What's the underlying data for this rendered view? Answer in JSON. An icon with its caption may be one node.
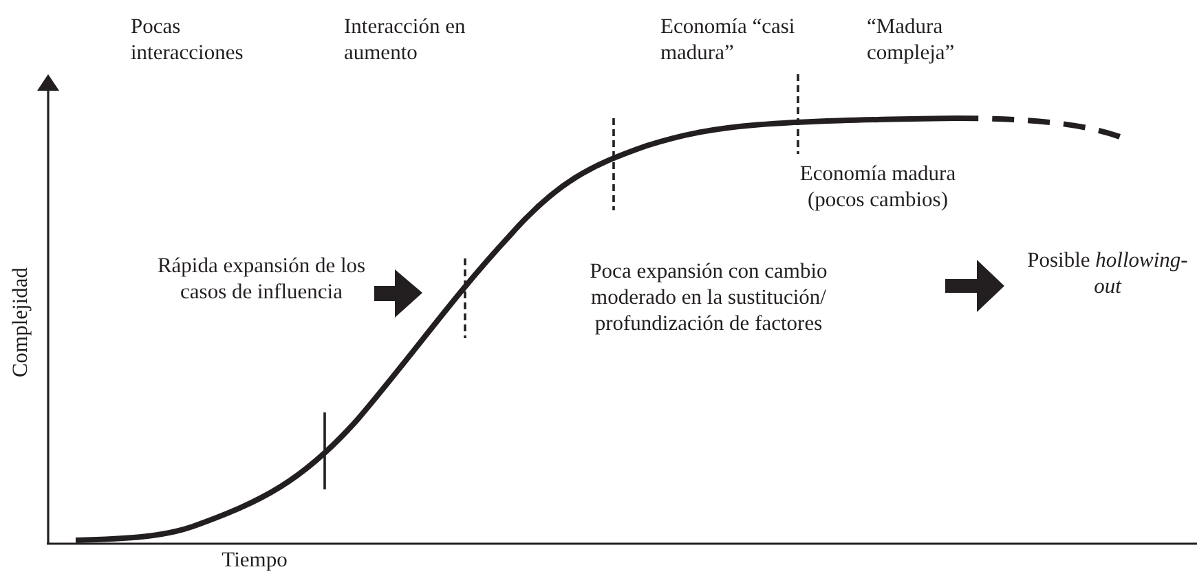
{
  "diagram": {
    "labels": [
      "Pocas interacciones",
      "Interacción en aumento",
      "Economía “casi madura”",
      "“Madura compleja”",
      "Economía madura (pocos cambios)",
      "Complejidad",
      "Rápida expansión de los casos de influencia",
      "Poca expansión con cambio moderado en la sustitución/ profundización de factores",
      "Posible *hollowing-out*",
      "Tiempo"
    ]
  }
}
